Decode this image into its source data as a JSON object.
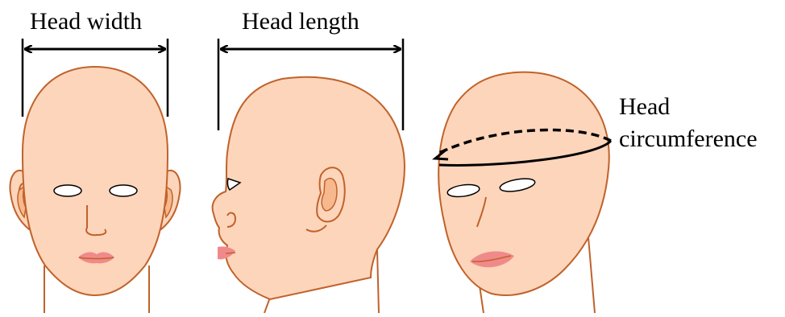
{
  "labels": {
    "head_width": "Head width",
    "head_length": "Head length",
    "head_circumference_line1": "Head",
    "head_circumference_line2": "circumference"
  },
  "colors": {
    "skin": "#FDD5BB",
    "outline": "#C0622A",
    "lips": "#F08A8A",
    "ear_inner": "#F7B88E",
    "arrow": "#000000"
  }
}
